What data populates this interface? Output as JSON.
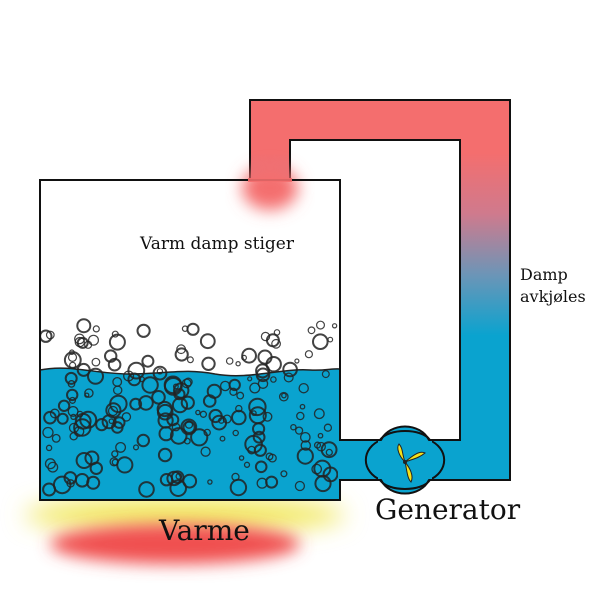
{
  "labels": {
    "steam_rises": "Varm damp stiger",
    "steam_cools_line1": "Damp",
    "steam_cools_line2": "avkjøles",
    "generator": "Generator",
    "heat": "Varme"
  },
  "colors": {
    "water": "#0aa3cf",
    "hot_steam": "#f46e6e",
    "heat_red": "#f05050",
    "heat_yellow": "#f2e860",
    "turbine_blade": "#f4e21a",
    "outline": "#111111"
  }
}
